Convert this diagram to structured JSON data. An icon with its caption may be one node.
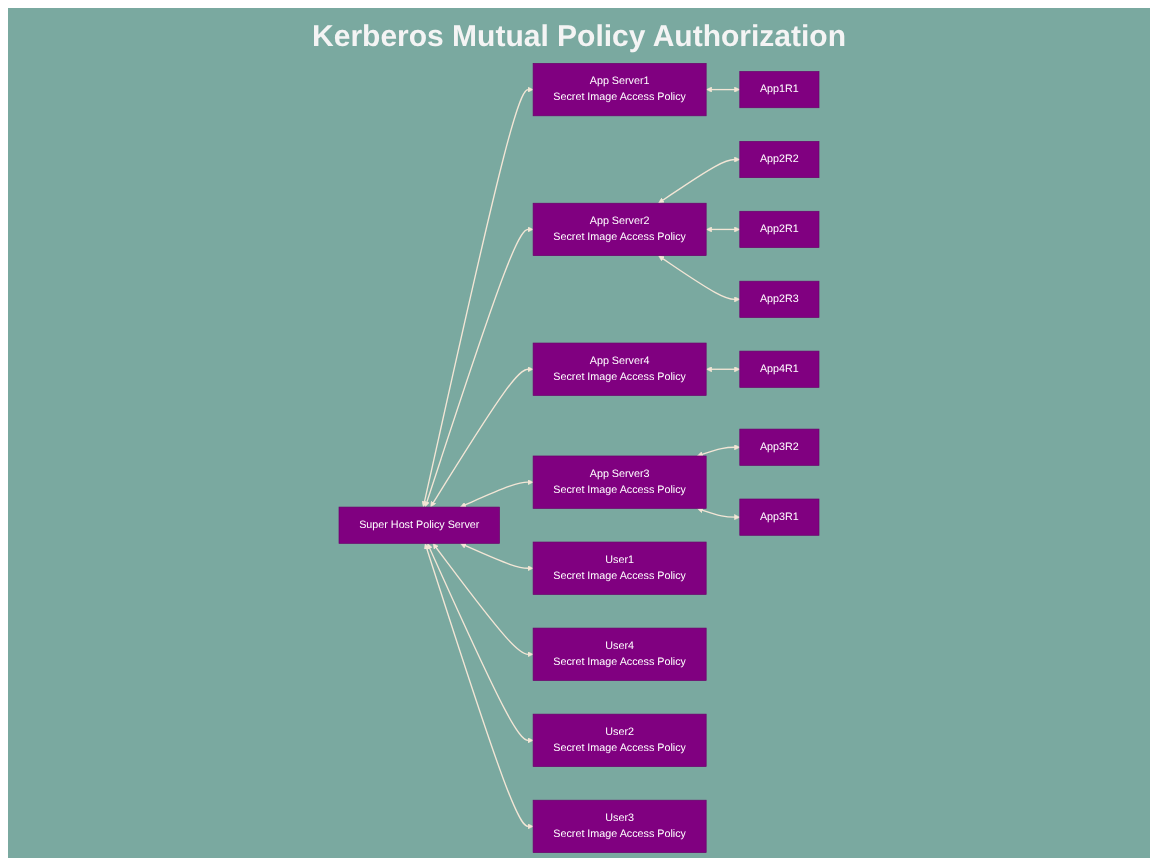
{
  "diagram": {
    "title": "Kerberos Mutual Policy Authorization",
    "nodes": [
      {
        "text": [
          "Super Host Policy Server"
        ]
      },
      {
        "text": [
          "App1R1"
        ]
      },
      {
        "text": [
          "App3R2"
        ]
      },
      {
        "text": [
          "App3R1"
        ]
      },
      {
        "text": [
          "App Server1",
          "Secret Image Access Policy"
        ]
      },
      {
        "text": [
          "App Server3",
          "Secret Image Access Policy"
        ]
      },
      {
        "text": [
          "App2R2"
        ]
      },
      {
        "text": [
          "User1",
          "Secret Image Access Policy"
        ]
      },
      {
        "text": [
          "User4",
          "Secret Image Access Policy"
        ]
      },
      {
        "text": [
          "App Server2",
          "Secret Image Access Policy"
        ]
      },
      {
        "text": [
          "App Server4",
          "Secret Image Access Policy"
        ]
      },
      {
        "text": [
          "User2",
          "Secret Image Access Policy"
        ]
      },
      {
        "text": [
          "User3",
          "Secret Image Access Policy"
        ]
      },
      {
        "text": [
          "App2R1"
        ]
      },
      {
        "text": [
          "App2R3"
        ]
      },
      {
        "text": [
          "App4R1"
        ]
      }
    ],
    "edges": [
      {
        "from": 0,
        "to": 4,
        "arrow": "both"
      },
      {
        "from": 0,
        "to": 9,
        "arrow": "both"
      },
      {
        "from": 0,
        "to": 7,
        "arrow": "both"
      },
      {
        "from": 0,
        "to": 11,
        "arrow": "both"
      },
      {
        "from": 0,
        "to": 12,
        "arrow": "both"
      },
      {
        "from": 0,
        "to": 8,
        "arrow": "both"
      },
      {
        "from": 0,
        "to": 10,
        "arrow": "both"
      },
      {
        "from": 0,
        "to": 5,
        "arrow": "both"
      },
      {
        "from": 1,
        "to": 4,
        "arrow": "both"
      },
      {
        "from": 2,
        "to": 5,
        "arrow": "both"
      },
      {
        "from": 3,
        "to": 5,
        "arrow": "both"
      },
      {
        "from": 6,
        "to": 9,
        "arrow": "both"
      },
      {
        "from": 13,
        "to": 9,
        "arrow": "both"
      },
      {
        "from": 14,
        "to": 9,
        "arrow": "both"
      },
      {
        "from": 15,
        "to": 10,
        "arrow": "both"
      }
    ]
  }
}
